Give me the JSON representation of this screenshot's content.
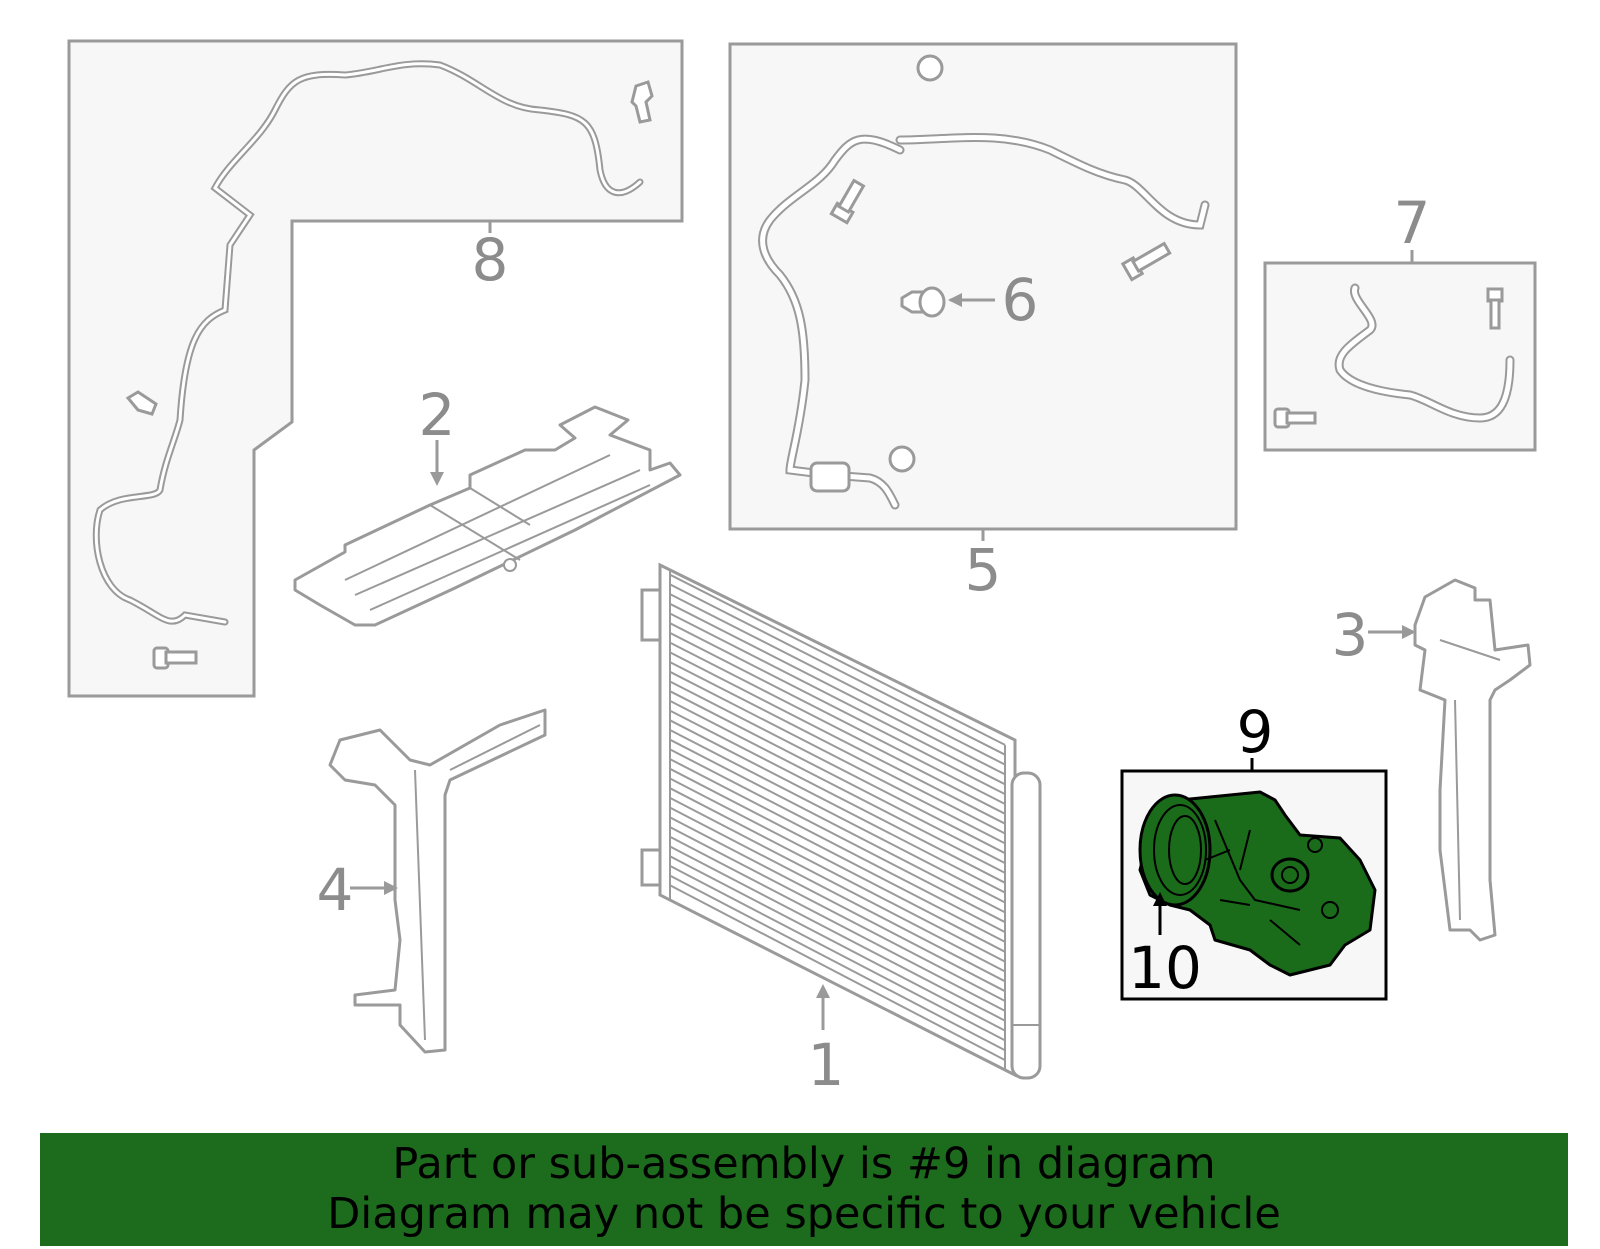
{
  "callouts": {
    "c1": "1",
    "c2": "2",
    "c3": "3",
    "c4": "4",
    "c5": "5",
    "c6": "6",
    "c7": "7",
    "c8": "8",
    "c9": "9",
    "c10": "10"
  },
  "highlighted_part": "9",
  "banner": {
    "line1": "Part or sub-assembly is #9 in diagram",
    "line2": "Diagram may not be specific to your vehicle"
  },
  "colors": {
    "outline": "#9a9a9a",
    "panel_fill": "#f7f7f7",
    "highlight_fill": "#1a6b1a",
    "banner_bg": "#1d6b1d"
  }
}
